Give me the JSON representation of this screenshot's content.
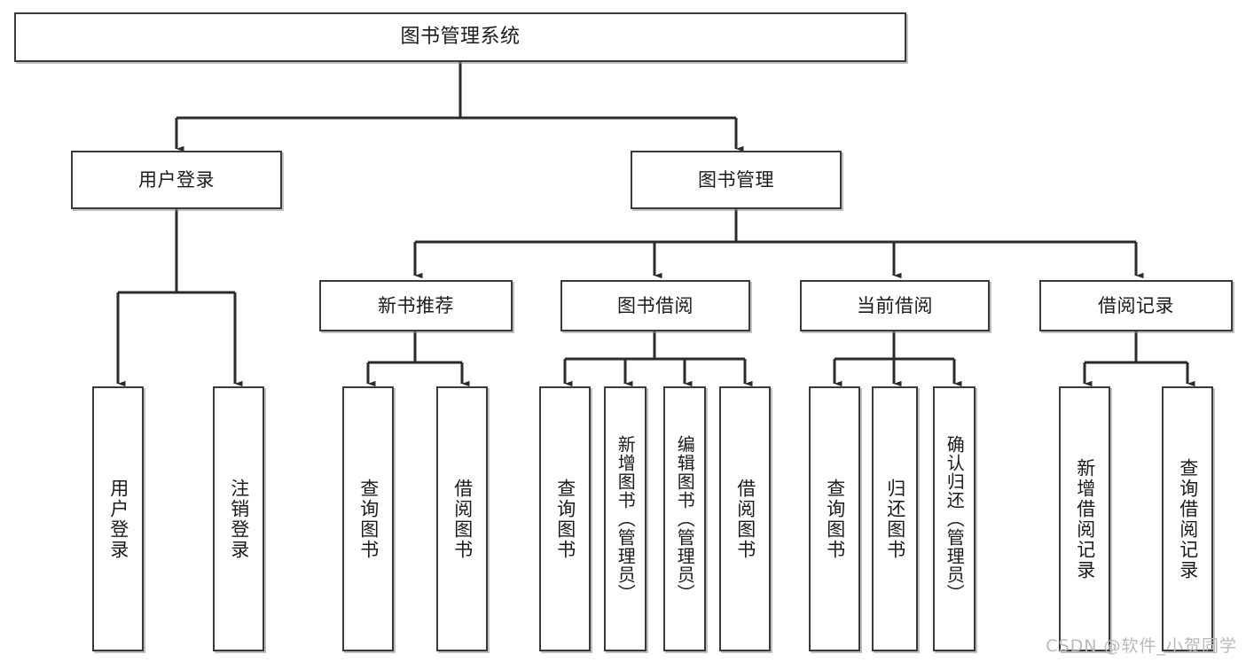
{
  "diagram": {
    "title": "图书管理系统",
    "type": "tree-hierarchy-chart",
    "colors": {
      "box_border": "#3a3a3a",
      "box_fill": "#ffffff",
      "connector": "#2b2b2b",
      "watermark": "#b9b9b9",
      "background": "#ffffff"
    }
  },
  "watermark": {
    "text": "CSDN @软件_小贺同学"
  },
  "nodes": {
    "root": {
      "label": "图书管理系统"
    },
    "level2": [
      {
        "label": "用户登录"
      },
      {
        "label": "图书管理"
      }
    ],
    "level3": [
      {
        "label": "新书推荐"
      },
      {
        "label": "图书借阅"
      },
      {
        "label": "当前借阅"
      },
      {
        "label": "借阅记录"
      }
    ],
    "leaves": {
      "user_login": [
        {
          "label": "用户登录"
        },
        {
          "label": "注销登录"
        }
      ],
      "new_book_recommend": [
        {
          "label": "查询图书"
        },
        {
          "label": "借阅图书"
        }
      ],
      "book_borrow": [
        {
          "label": "查询图书"
        },
        {
          "label": "新增图书（管理员）"
        },
        {
          "label": "编辑图书（管理员）"
        },
        {
          "label": "借阅图书"
        }
      ],
      "current_borrow": [
        {
          "label": "查询图书"
        },
        {
          "label": "归还图书"
        },
        {
          "label": "确认归还（管理员）"
        }
      ],
      "borrow_record": [
        {
          "label": "新增借阅记录"
        },
        {
          "label": "查询借阅记录"
        }
      ]
    }
  }
}
